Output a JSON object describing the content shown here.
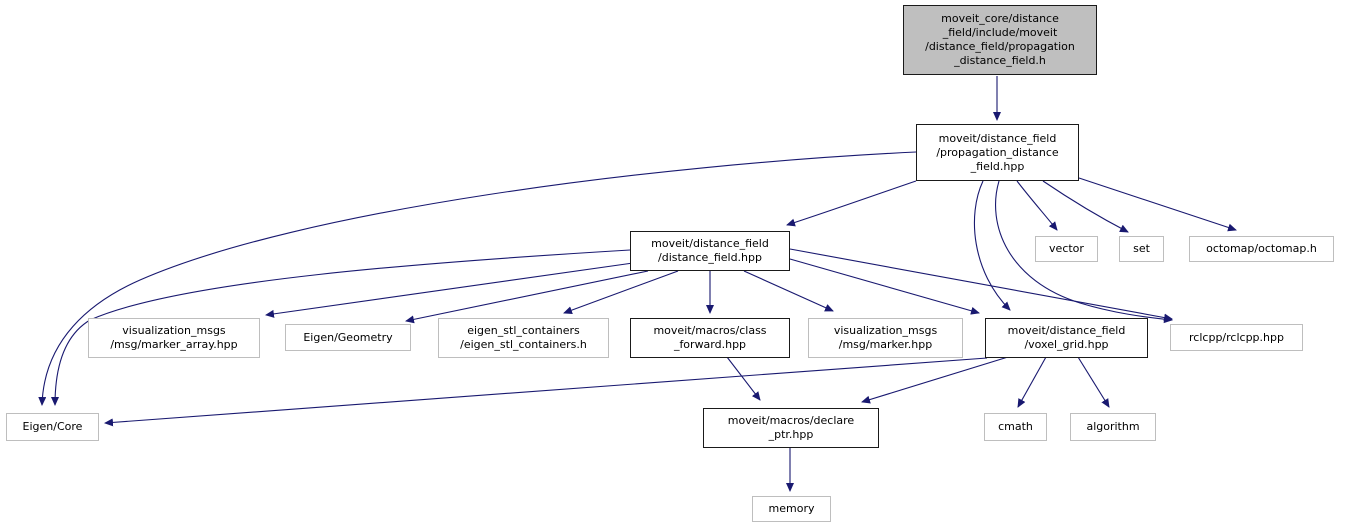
{
  "diagram": {
    "kind": "include-dependency-graph",
    "colors": {
      "edge": "#191970",
      "root_fill": "#bfbfbf",
      "internal_border": "#1a1a1a",
      "leaf_border": "#bebebe"
    },
    "nodes": {
      "root": {
        "label": "moveit_core/distance\n_field/include/moveit\n/distance_field/propagation\n_distance_field.h"
      },
      "propagation": {
        "label": "moveit/distance_field\n/propagation_distance\n_field.hpp"
      },
      "distance_field": {
        "label": "moveit/distance_field\n/distance_field.hpp"
      },
      "vector": {
        "label": "vector"
      },
      "set": {
        "label": "set"
      },
      "octomap": {
        "label": "octomap/octomap.h"
      },
      "marker_array": {
        "label": "visualization_msgs\n/msg/marker_array.hpp"
      },
      "eigen_geometry": {
        "label": "Eigen/Geometry"
      },
      "eigen_stl": {
        "label": "eigen_stl_containers\n/eigen_stl_containers.h"
      },
      "class_forward": {
        "label": "moveit/macros/class\n_forward.hpp"
      },
      "marker": {
        "label": "visualization_msgs\n/msg/marker.hpp"
      },
      "voxel_grid": {
        "label": "moveit/distance_field\n/voxel_grid.hpp"
      },
      "rclcpp": {
        "label": "rclcpp/rclcpp.hpp"
      },
      "eigen_core": {
        "label": "Eigen/Core"
      },
      "declare_ptr": {
        "label": "moveit/macros/declare\n_ptr.hpp"
      },
      "cmath": {
        "label": "cmath"
      },
      "algorithm": {
        "label": "algorithm"
      },
      "memory": {
        "label": "memory"
      }
    },
    "edges": [
      {
        "from": "root",
        "to": "propagation"
      },
      {
        "from": "propagation",
        "to": "distance_field"
      },
      {
        "from": "propagation",
        "to": "vector"
      },
      {
        "from": "propagation",
        "to": "set"
      },
      {
        "from": "propagation",
        "to": "octomap"
      },
      {
        "from": "propagation",
        "to": "voxel_grid"
      },
      {
        "from": "propagation",
        "to": "rclcpp"
      },
      {
        "from": "propagation",
        "to": "eigen_core"
      },
      {
        "from": "distance_field",
        "to": "marker_array"
      },
      {
        "from": "distance_field",
        "to": "eigen_geometry"
      },
      {
        "from": "distance_field",
        "to": "eigen_stl"
      },
      {
        "from": "distance_field",
        "to": "class_forward"
      },
      {
        "from": "distance_field",
        "to": "marker"
      },
      {
        "from": "distance_field",
        "to": "voxel_grid"
      },
      {
        "from": "distance_field",
        "to": "rclcpp"
      },
      {
        "from": "distance_field",
        "to": "eigen_core"
      },
      {
        "from": "class_forward",
        "to": "declare_ptr"
      },
      {
        "from": "voxel_grid",
        "to": "declare_ptr"
      },
      {
        "from": "voxel_grid",
        "to": "cmath"
      },
      {
        "from": "voxel_grid",
        "to": "algorithm"
      },
      {
        "from": "voxel_grid",
        "to": "eigen_core"
      },
      {
        "from": "declare_ptr",
        "to": "memory"
      }
    ]
  }
}
